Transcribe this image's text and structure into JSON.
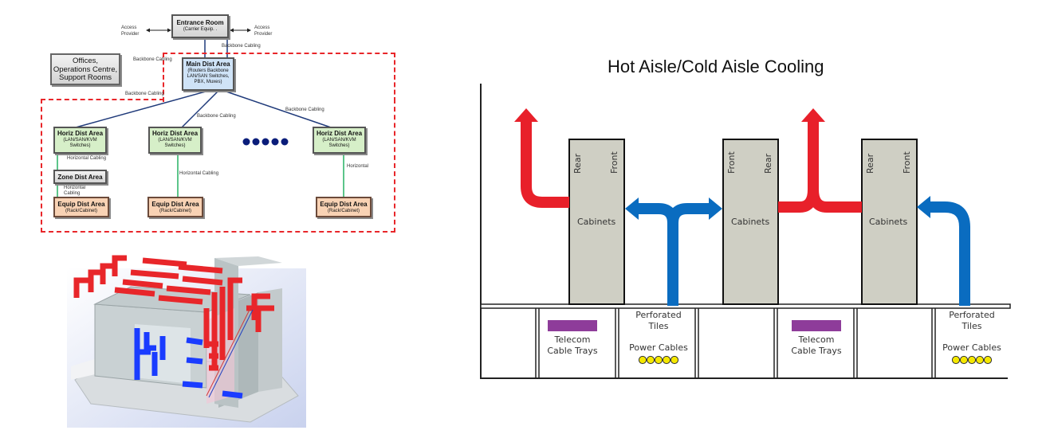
{
  "topology": {
    "entrance_room": {
      "title": "Entrance Room",
      "sub": "(Carrier Equip. ."
    },
    "access_provider_left": [
      "Access",
      "Provider"
    ],
    "access_provider_right": [
      "Access",
      "Provider"
    ],
    "offices": [
      "Offices,",
      "Operations Centre,",
      "Support Rooms"
    ],
    "main_dist": {
      "title": "Main Dist Area",
      "sub": [
        "(Routers  Backbone",
        "LAN/SAN   Switches,",
        "PBX,  Muxes)"
      ]
    },
    "labels": {
      "backbone_top": "Backbone Cabling",
      "backbone_left": "Backbone Cabling",
      "backbone_below_offices": "Backbone Cabling",
      "backbone_mid": "Backbone Cabling",
      "backbone_right": "Backbone Cabling",
      "horiz_1": "Horizontal Cabling",
      "horiz_zone": [
        "Horizontal",
        "Cabling"
      ],
      "horiz_2": "Horizontal Cabling",
      "horiz_3": "Horizontal"
    },
    "horiz_dist": [
      {
        "title": "Horiz Dist Area",
        "sub": [
          "(LAN/SAN/KVM",
          "Switches)"
        ]
      },
      {
        "title": "Horiz Dist Area",
        "sub": [
          "(LAN/SAN/KVM",
          "Switches)"
        ]
      },
      {
        "title": "Horiz Dist Area",
        "sub": [
          "(LAN/SAN/KVM",
          "Switches)"
        ]
      }
    ],
    "zone_dist": {
      "title": "Zone Dist Area"
    },
    "equip_dist": [
      {
        "title": "Equip Dist Area",
        "sub": "(Rack/Cabinet)"
      },
      {
        "title": "Equip Dist Area",
        "sub": "(Rack/Cabinet)"
      },
      {
        "title": "Equip Dist Area",
        "sub": "(Rack/Cabinet)"
      }
    ],
    "colors": {
      "dashed_boundary": "#e8262a",
      "line": "#1f3a7a",
      "horizontal_line": "#5cc58a",
      "ellipsis_dots": "#0a1d7a"
    }
  },
  "render_3d": {
    "description": "3D data centre airflow illustration",
    "colors": {
      "hot_air": "#e8262a",
      "cold_air": "#1a3cff",
      "structure": "#b9c4c6"
    }
  },
  "cooling": {
    "title": "Hot Aisle/Cold Aisle Cooling",
    "cabinets": [
      {
        "label": "Cabinets",
        "left_side": "Rear",
        "right_side": "Front"
      },
      {
        "label": "Cabinets",
        "left_side": "Front",
        "right_side": "Rear"
      },
      {
        "label": "Cabinets",
        "left_side": "Rear",
        "right_side": "Front"
      }
    ],
    "floor": {
      "telecom_1": [
        "Telecom",
        "Cable Trays"
      ],
      "perforated_1": [
        "Perforated",
        "Tiles"
      ],
      "power_1": "Power Cables",
      "telecom_2": [
        "Telecom",
        "Cable Trays"
      ],
      "perforated_2": [
        "Perforated",
        "Tiles"
      ],
      "power_2": "Power Cables"
    },
    "power_cable_count": 5,
    "colors": {
      "hot": "#e8202a",
      "cold": "#0a6cc0",
      "cabinet": "#cfcfc4",
      "tray": "#8e3c9a",
      "cable": "#f5e800"
    }
  }
}
